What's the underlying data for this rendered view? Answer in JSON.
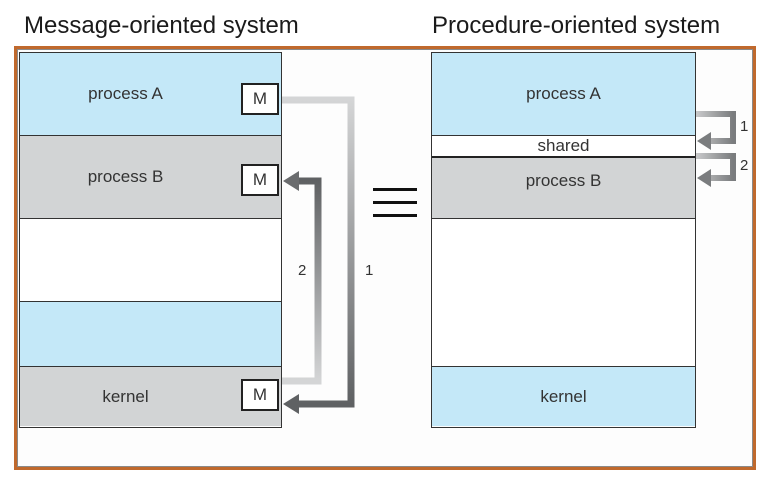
{
  "titles": {
    "left": "Message-oriented system",
    "right": "Procedure-oriented system"
  },
  "message_system": {
    "segments": [
      {
        "label": "process A",
        "color": "blue"
      },
      {
        "label": "process B",
        "color": "gray"
      },
      {
        "label": "",
        "color": "white"
      },
      {
        "label": "",
        "color": "blue"
      },
      {
        "label": "kernel",
        "color": "gray"
      }
    ],
    "mailbox_label": "M",
    "arrows": [
      {
        "label": "1",
        "from": "process A mailbox",
        "to": "kernel mailbox"
      },
      {
        "label": "2",
        "from": "kernel mailbox",
        "to": "process B mailbox"
      }
    ]
  },
  "equivalence_symbol": "≡",
  "procedure_system": {
    "segments": [
      {
        "label": "process A",
        "color": "blue"
      },
      {
        "label": "shared",
        "color": "white"
      },
      {
        "label": "process B",
        "color": "gray"
      },
      {
        "label": "",
        "color": "white"
      },
      {
        "label": "kernel",
        "color": "blue"
      }
    ],
    "arrows": [
      {
        "label": "1",
        "from": "process A",
        "to": "shared"
      },
      {
        "label": "2",
        "from": "shared",
        "to": "process B"
      }
    ]
  },
  "colors": {
    "frame": "#c0692d",
    "blue": "#c4e8f8",
    "gray": "#d2d4d5",
    "arrow_dark": "#6e7072",
    "arrow_light": "#c8c9ca"
  }
}
